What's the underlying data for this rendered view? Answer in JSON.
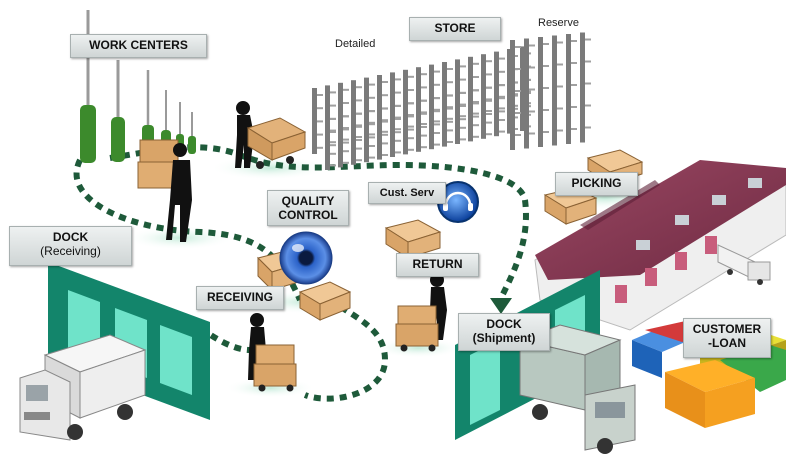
{
  "labels": {
    "work_centers": "WORK CENTERS",
    "store": "STORE",
    "detailed": "Detailed",
    "reserve": "Reserve",
    "quality_control_1": "QUALITY",
    "quality_control_2": "CONTROL",
    "cust_serv": "Cust. Serv",
    "picking": "PICKING",
    "dock_receiving_1": "DOCK",
    "dock_receiving_2": "(Receiving)",
    "return": "RETURN",
    "receiving": "RECEIVING",
    "dock_shipment_1": "DOCK",
    "dock_shipment_2": "(Shipment)",
    "customer_loan_1": "CUSTOMER",
    "customer_loan_2": "-LOAN"
  },
  "colors": {
    "flow_path": "#1e5a3a",
    "dock_wall": "#13856b",
    "dock_door": "#6fe3c9",
    "warehouse_roof": "#8a3a55",
    "rack": "#7a7a7a",
    "cardboard": "#d9a468",
    "screwdriver_handle": "#3c8a2c",
    "label_bg": "#dfe4e4"
  },
  "icons": {
    "quality_control": "eye-icon",
    "customer_service": "headset-icon"
  }
}
